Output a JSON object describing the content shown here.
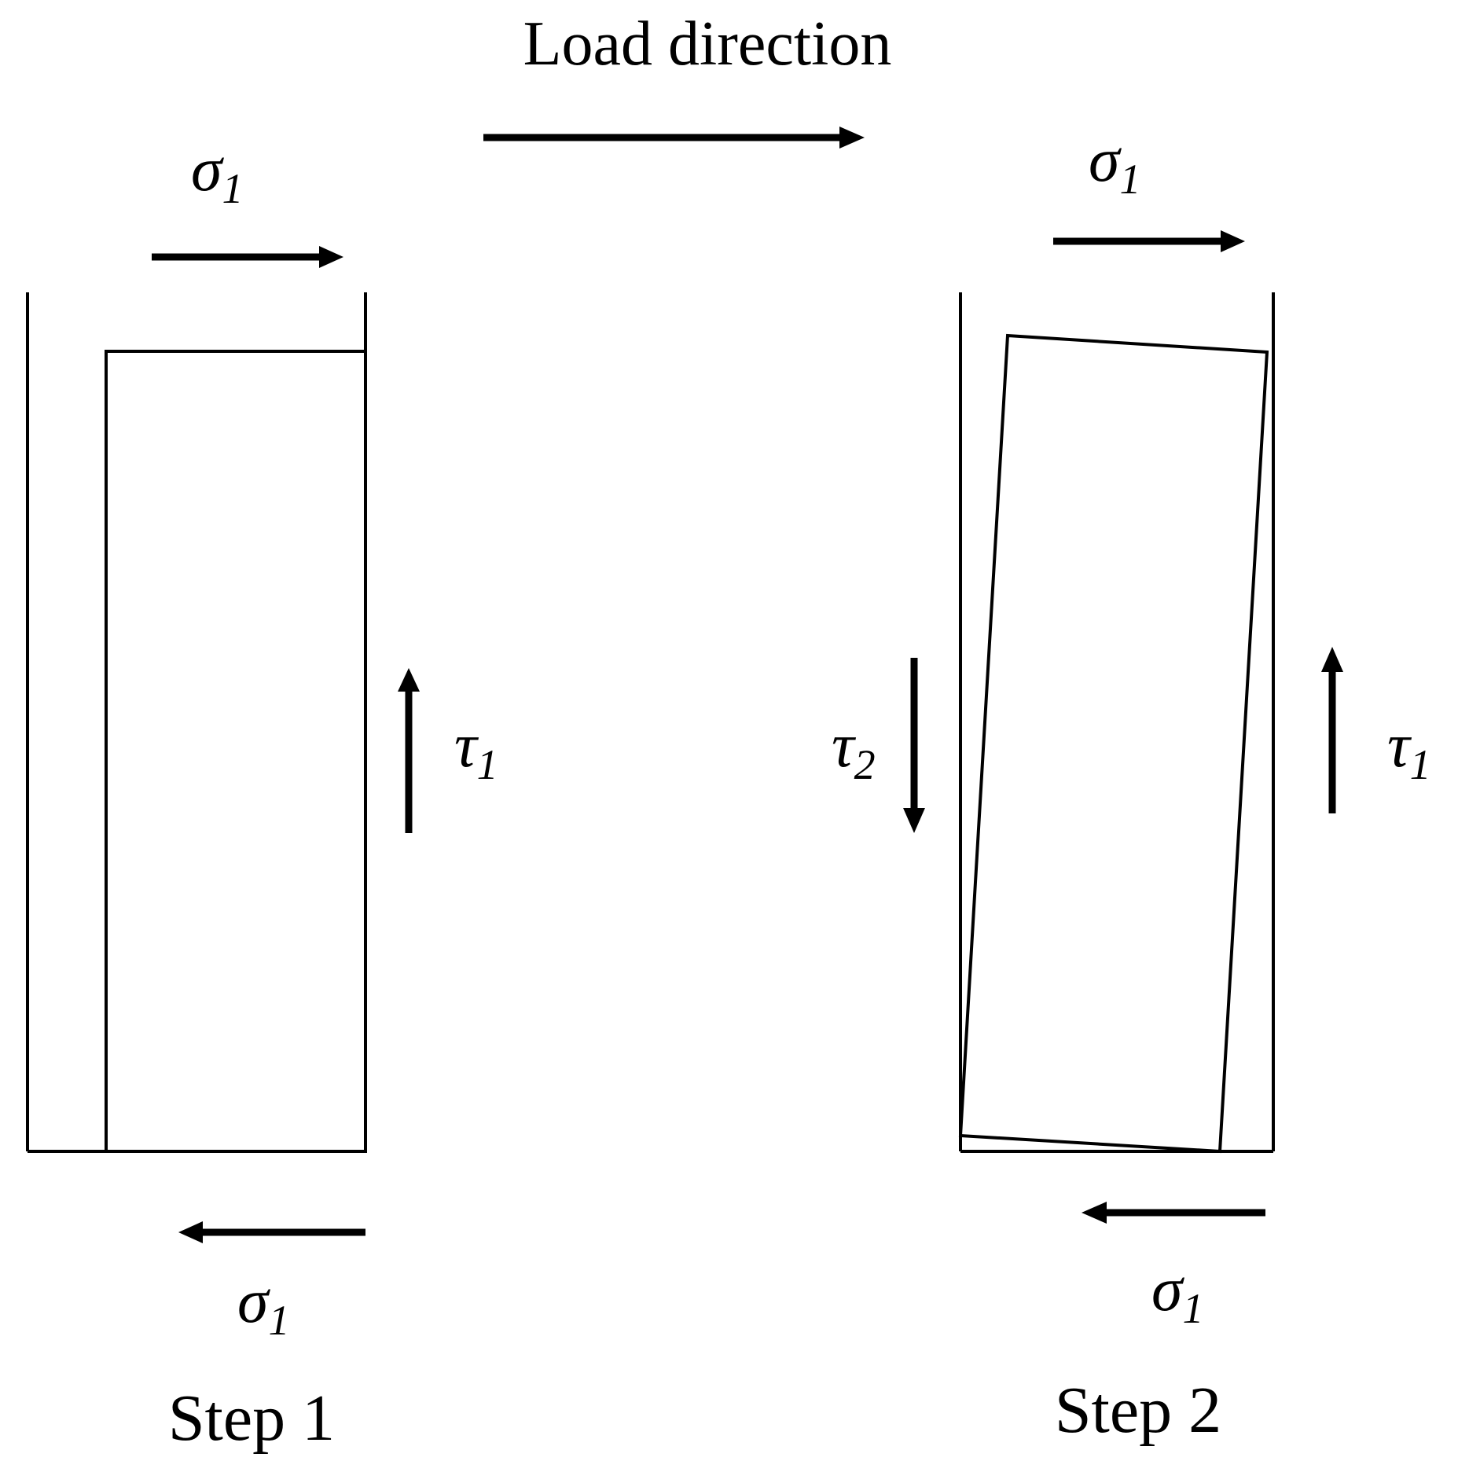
{
  "title": "Load direction",
  "steps": [
    {
      "label": "Step 1",
      "top_stress": {
        "symbol": "σ",
        "subscript": "1",
        "direction": "right"
      },
      "bottom_stress": {
        "symbol": "σ",
        "subscript": "1",
        "direction": "left"
      },
      "shear_right": {
        "symbol": "τ",
        "subscript": "1",
        "direction": "up"
      }
    },
    {
      "label": "Step 2",
      "top_stress": {
        "symbol": "σ",
        "subscript": "1",
        "direction": "right"
      },
      "bottom_stress": {
        "symbol": "σ",
        "subscript": "1",
        "direction": "left"
      },
      "shear_left": {
        "symbol": "τ",
        "subscript": "2",
        "direction": "down"
      },
      "shear_right": {
        "symbol": "τ",
        "subscript": "1",
        "direction": "up"
      }
    }
  ],
  "colors": {
    "stroke": "#000000",
    "background": "#ffffff"
  }
}
